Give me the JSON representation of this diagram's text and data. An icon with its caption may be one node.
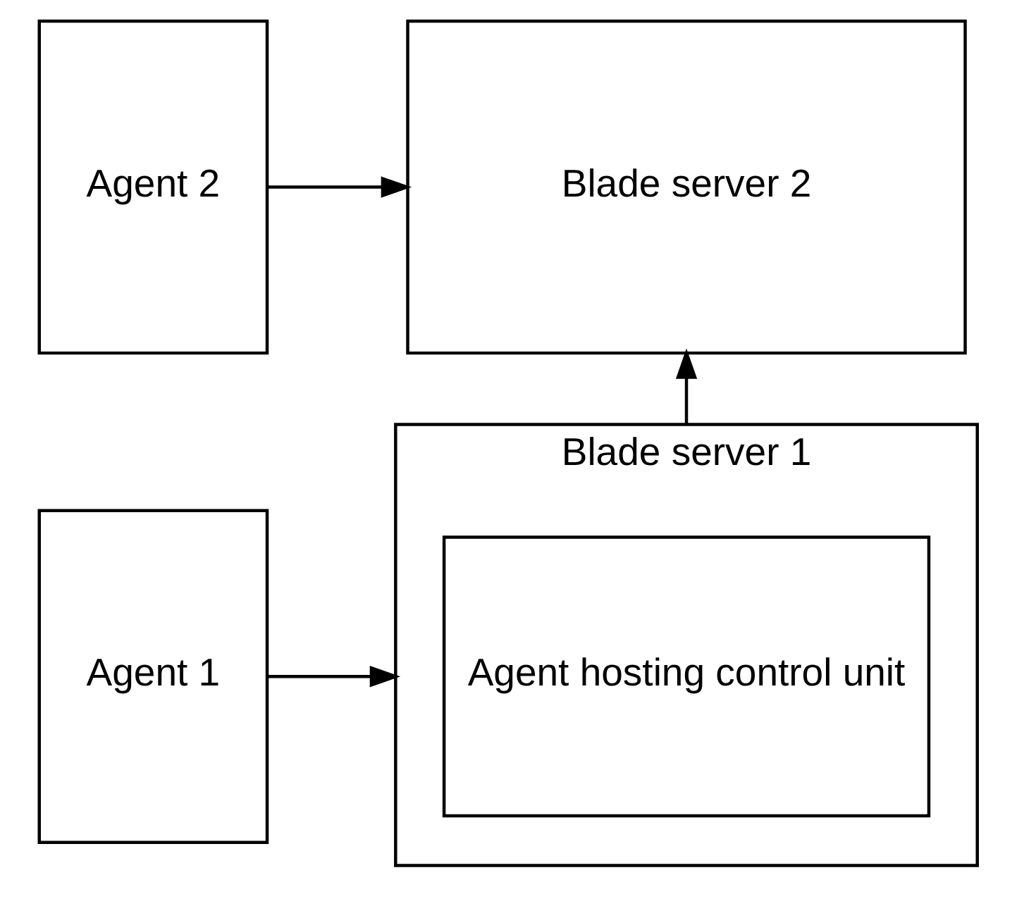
{
  "diagram": {
    "nodes": [
      {
        "text": [
          "Agent 1"
        ]
      },
      {
        "text": [
          "Blade server 1"
        ]
      },
      {
        "text": [
          "Agent hosting control unit"
        ],
        "in": 1
      },
      {
        "text": [
          "Agent 2"
        ]
      },
      {
        "text": [
          "Blade server 2"
        ]
      }
    ],
    "edges": [
      {
        "from": 0,
        "to": 1,
        "arrow": "to"
      },
      {
        "from": 1,
        "to": 4,
        "arrow": "to"
      },
      {
        "from": 3,
        "to": 4,
        "arrow": "to"
      }
    ]
  }
}
